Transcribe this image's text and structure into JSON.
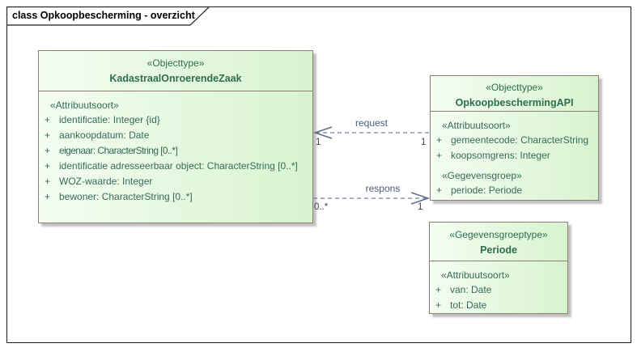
{
  "frame": {
    "title": "class Opkoopbescherming - overzicht"
  },
  "colors": {
    "class_fill_light": "#f4fdf1",
    "class_fill_dark": "#d7f4ce",
    "class_border": "#8a7f76",
    "class_text": "#2d6e4f",
    "attribute_text": "#346a5c",
    "connector_line": "#6f7fa0",
    "connector_label": "#4a5a80",
    "multiplicity_text": "#3b4354",
    "frame_border": "#1c1c1c"
  },
  "classes": [
    {
      "stereotype": "«Objecttype»",
      "name": "KadastraalOnroerendeZaak",
      "sections": [
        {
          "stereotype": "«Attribuutsoort»",
          "attributes": [
            {
              "vis": "+",
              "text": "identificatie: Integer {id}"
            },
            {
              "vis": "+",
              "text": "aankoopdatum: Date"
            },
            {
              "vis": "+",
              "text": "eigenaar: CharacterString [0..*]"
            },
            {
              "vis": "+",
              "text": "identificatie adresseerbaar object: CharacterString [0..*]"
            },
            {
              "vis": "+",
              "text": "WOZ-waarde: Integer"
            },
            {
              "vis": "+",
              "text": "bewoner: CharacterString [0..*]"
            }
          ]
        }
      ]
    },
    {
      "stereotype": "«Objecttype»",
      "name": "OpkoopbeschermingAPI",
      "sections": [
        {
          "stereotype": "«Attribuutsoort»",
          "attributes": [
            {
              "vis": "+",
              "text": "gemeentecode: CharacterString"
            },
            {
              "vis": "+",
              "text": "koopsomgrens: Integer"
            }
          ]
        },
        {
          "stereotype": "«Gegevensgroep»",
          "attributes": [
            {
              "vis": "+",
              "text": "periode: Periode"
            }
          ]
        }
      ]
    },
    {
      "stereotype": "«Gegevensgroeptype»",
      "name": "Periode",
      "sections": [
        {
          "stereotype": "«Attribuutsoort»",
          "attributes": [
            {
              "vis": "+",
              "text": "van: Date"
            },
            {
              "vis": "+",
              "text": "tot: Date"
            }
          ]
        }
      ]
    }
  ],
  "connectors": [
    {
      "label": "request",
      "left_mult": "1",
      "right_mult": "1"
    },
    {
      "label": "respons",
      "left_mult": "0..*",
      "right_mult": "1"
    }
  ]
}
